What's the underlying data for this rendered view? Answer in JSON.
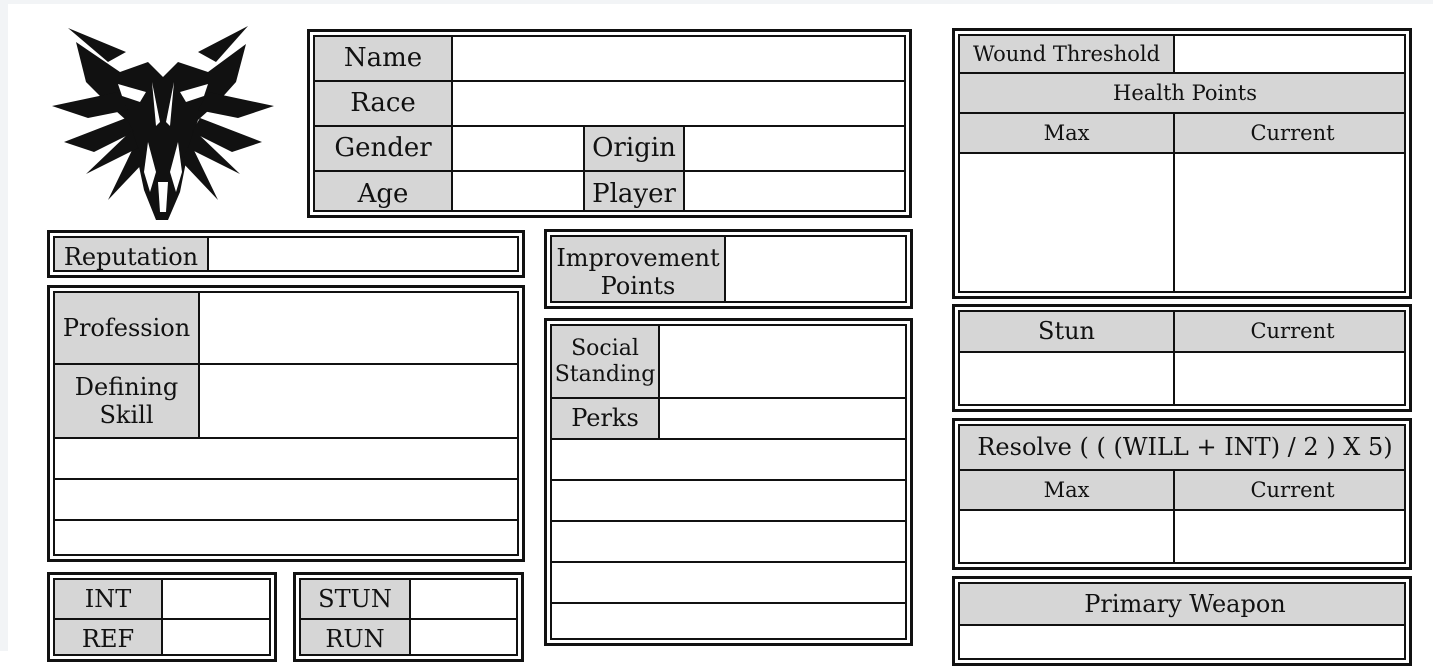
{
  "identity": {
    "name": "Name",
    "race": "Race",
    "gender": "Gender",
    "origin": "Origin",
    "age": "Age",
    "player": "Player"
  },
  "reputation": "Reputation",
  "improvement_points": "Improvement Points",
  "profession": {
    "profession": "Profession",
    "defining_skill": "Defining Skill"
  },
  "social": {
    "social_standing": "Social Standing",
    "perks": "Perks"
  },
  "stats_left": [
    "INT",
    "REF"
  ],
  "stats_right": [
    "STUN",
    "RUN"
  ],
  "health": {
    "wound_threshold": "Wound Threshold",
    "health_points": "Health Points",
    "max": "Max",
    "current": "Current"
  },
  "stun": {
    "stun": "Stun",
    "current": "Current"
  },
  "resolve": {
    "title": "Resolve ( ( (WILL + INT) / 2 ) X 5)",
    "max": "Max",
    "current": "Current"
  },
  "weapon": {
    "title": "Primary Weapon"
  },
  "colors": {
    "label_fill": "#d6d6d6",
    "ink": "#111111"
  },
  "icons": {
    "logo": "wolf-head-medallion-icon"
  }
}
